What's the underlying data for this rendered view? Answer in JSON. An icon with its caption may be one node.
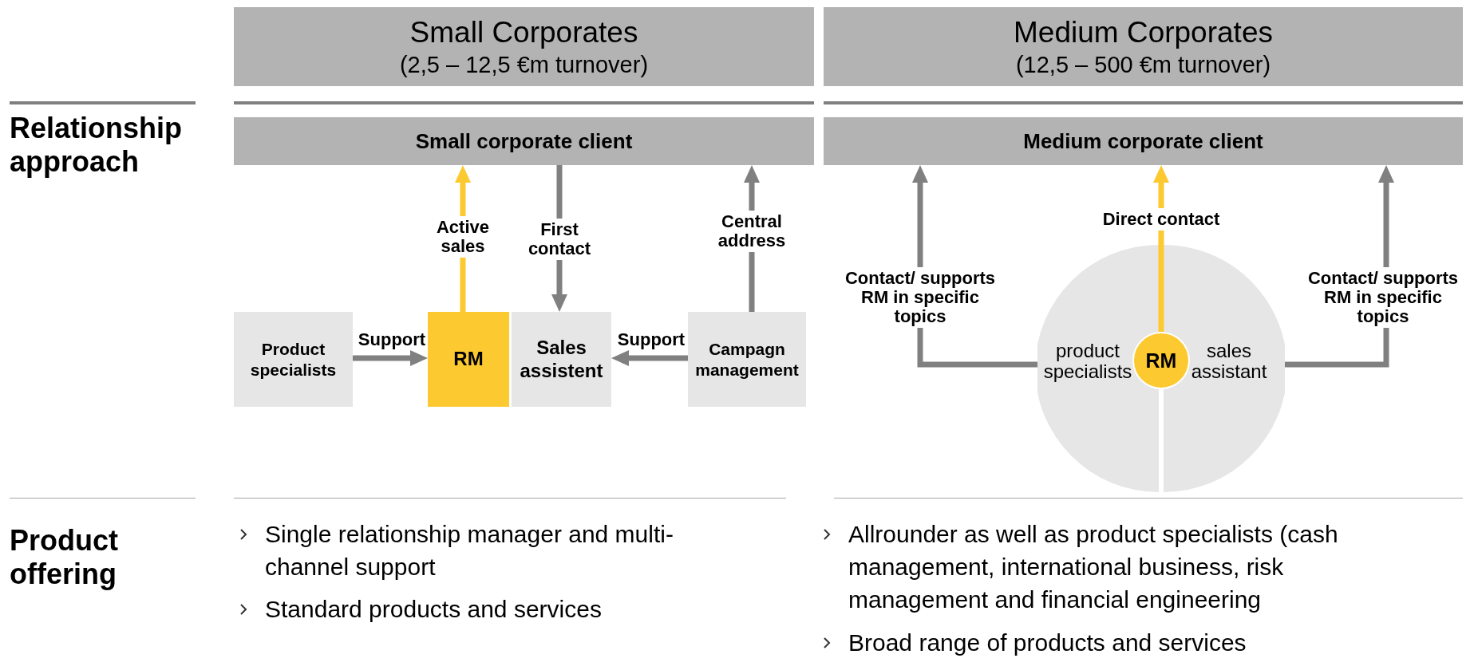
{
  "diagram": {
    "nodes": [
      {
        "text": [
          "Small Corporates",
          "(2,5 – 12,5 €m turnover)"
        ]
      },
      {
        "text": [
          "Medium Corporates",
          "(12,5 – 500 €m turnover)"
        ]
      },
      {
        "text": [
          "Small corporate client"
        ]
      },
      {
        "text": [
          "Medium corporate client"
        ]
      },
      {
        "text": [
          "Product specialists"
        ]
      },
      {
        "text": [
          "RM"
        ]
      },
      {
        "text": [
          "Sales assistent"
        ]
      },
      {
        "text": [
          "Campagn management"
        ]
      },
      {
        "text": [
          "product specialists"
        ]
      },
      {
        "text": [
          "RM"
        ]
      },
      {
        "text": [
          "sales assistant"
        ]
      }
    ],
    "edges": [
      {
        "from": 5,
        "to": 2,
        "arrow": "to",
        "label": "Active sales",
        "color": "#fcc930"
      },
      {
        "from": 2,
        "to": 6,
        "arrow": "to",
        "label": "First contact"
      },
      {
        "from": 7,
        "to": 2,
        "arrow": "to",
        "label": "Central address"
      },
      {
        "from": 4,
        "to": 5,
        "arrow": "to",
        "label": "Support"
      },
      {
        "from": 7,
        "to": 6,
        "arrow": "to",
        "label": "Support"
      },
      {
        "from": 9,
        "to": 3,
        "arrow": "to",
        "label": "Direct contact",
        "color": "#fcc930"
      },
      {
        "from": 8,
        "to": 3,
        "arrow": "to",
        "label": "Contact/ supports RM in specific topics"
      },
      {
        "from": 10,
        "to": 3,
        "arrow": "to",
        "label": "Contact/ supports RM in specific topics"
      }
    ],
    "labels": [
      "Relationship approach",
      "Product offering",
      "Single relationship manager and multi-channel support",
      "Standard products and services",
      "Allrounder as well as product specialists (cash management, international business, risk management and financial engineering",
      "Broad range of products and services"
    ]
  }
}
